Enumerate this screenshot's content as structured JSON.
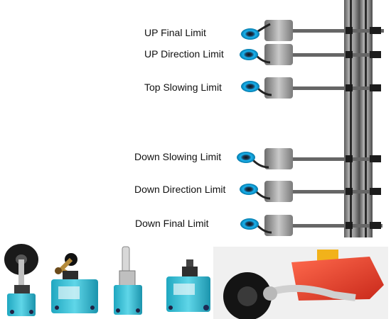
{
  "diagram": {
    "limit_labels": [
      "UP Final Limit",
      "UP Direction Limit",
      "Top Slowing Limit",
      "Down Slowing Limit",
      "Down Direction Limit",
      "Down Final Limit"
    ]
  },
  "photos": {
    "switch_types": [
      "roller-lever-limit-switch-icon",
      "short-roller-arm-limit-switch-icon",
      "rod-lever-limit-switch-icon",
      "plunger-limit-switch-icon",
      "red-roller-limit-switch-icon"
    ]
  },
  "colors": {
    "rail": "#8a8a8a",
    "rail_dark": "#3a3a3a",
    "switch_body": "#9a9a9a",
    "switch_head": "#00a8e8",
    "housing_cyan": "#3cc3d8",
    "housing_red": "#e8402a",
    "rod": "#707070"
  }
}
